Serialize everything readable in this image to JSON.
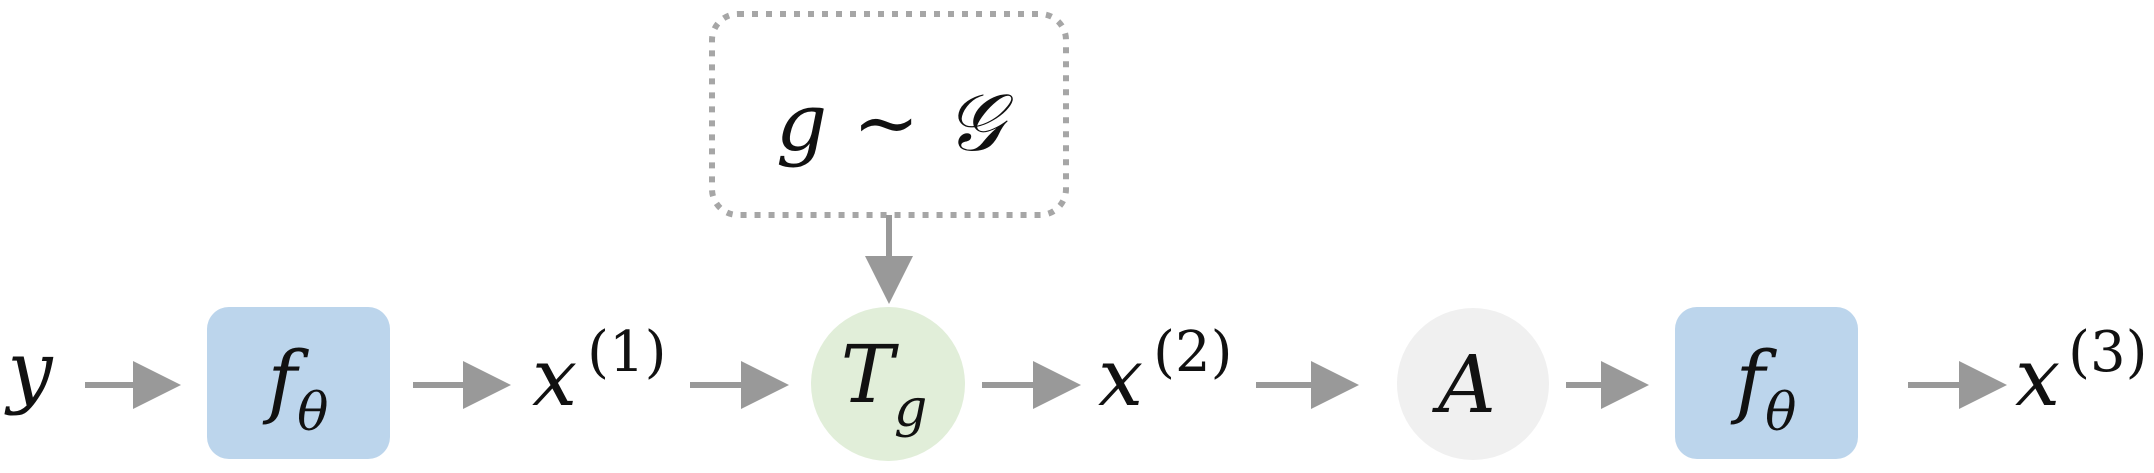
{
  "diagram": {
    "sampler": {
      "label": "g ~ 𝒢"
    },
    "nodes": [
      {
        "id": "input_y",
        "label": "y"
      },
      {
        "id": "f_theta_1",
        "base": "f",
        "sub": "θ"
      },
      {
        "id": "x1",
        "base": "x",
        "sup": "(1)"
      },
      {
        "id": "T_g",
        "base": "T",
        "sub": "g"
      },
      {
        "id": "x2",
        "base": "x",
        "sup": "(2)"
      },
      {
        "id": "A",
        "label": "A"
      },
      {
        "id": "f_theta_2",
        "base": "f",
        "sub": "θ"
      },
      {
        "id": "x3",
        "base": "x",
        "sup": "(3)"
      }
    ],
    "colors": {
      "f_box": "#bcd5ec",
      "T_circle": "#e1eed9",
      "A_circle": "#f0f0f0",
      "arrow": "#999999",
      "sampler_border": "#a6a6a6"
    }
  }
}
